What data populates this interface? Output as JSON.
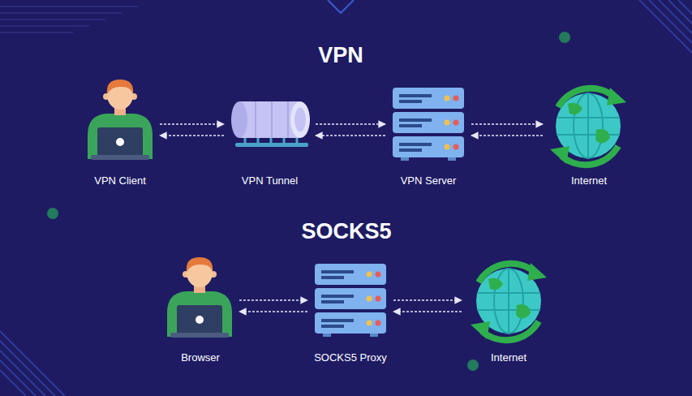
{
  "diagram": {
    "nodes": [
      {
        "text": [
          "VPN Client"
        ]
      },
      {
        "text": [
          "VPN Tunnel"
        ]
      },
      {
        "text": [
          "VPN Server"
        ]
      },
      {
        "text": [
          "Internet"
        ]
      },
      {
        "text": [
          "Browser"
        ]
      },
      {
        "text": [
          "SOCKS5 Proxy"
        ]
      },
      {
        "text": [
          "Internet"
        ]
      }
    ],
    "edges": [
      {
        "from": 0,
        "to": 1,
        "arrow": "both"
      },
      {
        "from": 1,
        "to": 2,
        "arrow": "both"
      },
      {
        "from": 2,
        "to": 3,
        "arrow": "both"
      },
      {
        "from": 4,
        "to": 5,
        "arrow": "both"
      },
      {
        "from": 5,
        "to": 6,
        "arrow": "both"
      }
    ],
    "labels": [
      "VPN",
      "SOCKS5"
    ]
  }
}
